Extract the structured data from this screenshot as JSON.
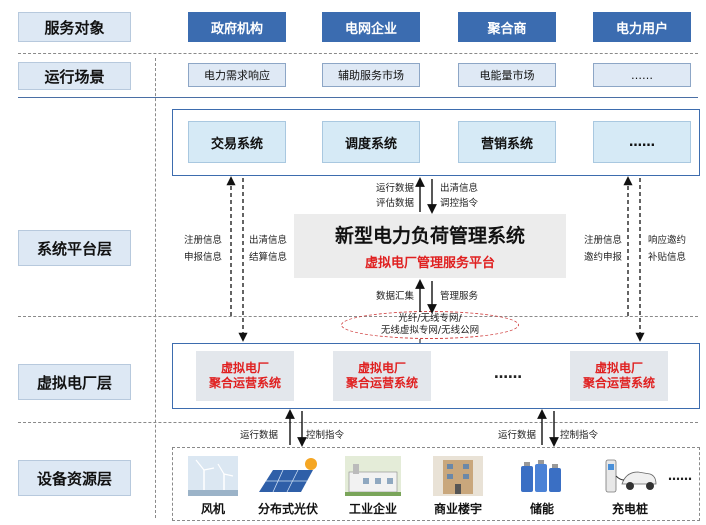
{
  "layers": {
    "service_objects": "服务对象",
    "scenarios": "运行场景",
    "platform": "系统平台层",
    "vpp": "虚拟电厂层",
    "devices": "设备资源层"
  },
  "service_objects": [
    "政府机构",
    "电网企业",
    "聚合商",
    "电力用户"
  ],
  "scenarios": [
    "电力需求响应",
    "辅助服务市场",
    "电能量市场",
    "……"
  ],
  "systems": [
    "交易系统",
    "调度系统",
    "营销系统",
    "……"
  ],
  "core": {
    "title": "新型电力负荷管理系统",
    "subtitle": "虚拟电厂管理服务平台"
  },
  "flows": {
    "left_up": [
      "注册信息",
      "申报信息"
    ],
    "left_down": [
      "出清信息",
      "结算信息"
    ],
    "center_up": [
      "运行数据",
      "评估数据"
    ],
    "center_down": [
      "出清信息",
      "调控指令"
    ],
    "right_up": [
      "注册信息",
      "邀约申报"
    ],
    "right_down": [
      "响应邀约",
      "补贴信息"
    ],
    "collect": "数据汇集",
    "manage": "管理服务"
  },
  "network": [
    "光纤/无线专网/",
    "无线虚拟专网/无线公网"
  ],
  "vpp_unit": [
    "虚拟电厂",
    "聚合运营系统"
  ],
  "vpp_ellipsis": "……",
  "bottom_flows": {
    "run_data": "运行数据",
    "control": "控制指令"
  },
  "devices": [
    "风机",
    "分布式光伏",
    "工业企业",
    "商业楼宇",
    "储能",
    "充电桩"
  ],
  "devices_ellipsis": "……",
  "colors": {
    "object_blue": "#3b6cb0",
    "label_bg": "#dde8f4",
    "system_bg": "#d6eaf6",
    "vpp_bg": "#e3e7ec",
    "highlight_red": "#e02020",
    "panel_border": "#3d6cae"
  }
}
